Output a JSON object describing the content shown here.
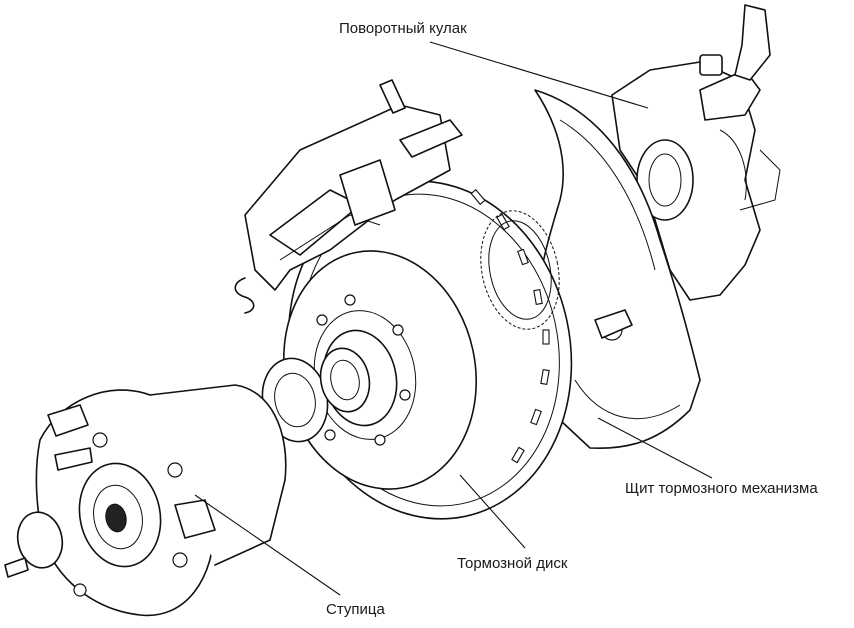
{
  "labels": {
    "knuckle": "Поворотный кулак",
    "shield": "Щит тормозного механизма",
    "disc": "Тормозной диск",
    "hub": "Ступица"
  }
}
